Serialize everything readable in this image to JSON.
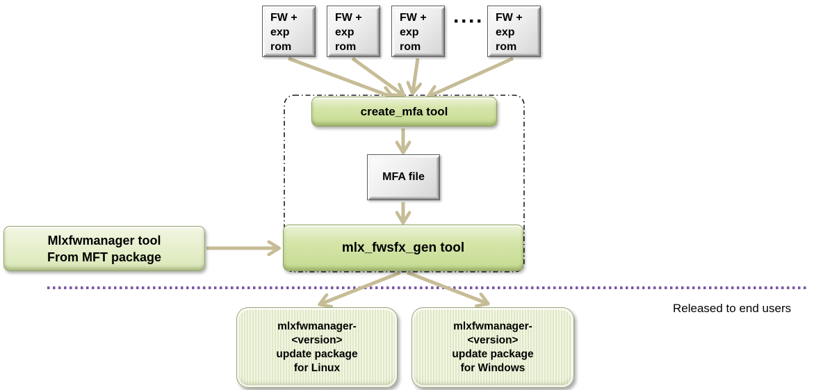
{
  "diagram": {
    "fw_boxes": [
      {
        "lines": [
          "FW +",
          "exp",
          "rom"
        ]
      },
      {
        "lines": [
          "FW +",
          "exp",
          "rom"
        ]
      },
      {
        "lines": [
          "FW +",
          "exp",
          "rom"
        ]
      },
      {
        "lines": [
          "FW +",
          "exp",
          "rom"
        ]
      }
    ],
    "ellipsis": "····",
    "create_mfa_label": "create_mfa tool",
    "mfa_file_label": "MFA file",
    "mlx_fwsfx_gen_label": "mlx_fwsfx_gen tool",
    "mft_box": {
      "lines": [
        "Mlxfwmanager tool",
        "From MFT package"
      ]
    },
    "release_note": "Released to end users",
    "packages": [
      {
        "lines": [
          "mlxfwmanager-",
          "<version>",
          "update package",
          "for Linux"
        ]
      },
      {
        "lines": [
          "mlxfwmanager-",
          "<version>",
          "update package",
          "for Windows"
        ]
      }
    ],
    "colors": {
      "arrow_tan": "#c6bc96",
      "release_line_purple": "#7a58a8",
      "tool_box_green": "#c9dd96",
      "mft_box_green": "#e4eec8",
      "package_stripe_light": "#f3f6e4",
      "package_stripe_dark": "#dfe8c6",
      "gray_box": "#e3e3e3",
      "dash_border": "#1a1a1a"
    }
  }
}
